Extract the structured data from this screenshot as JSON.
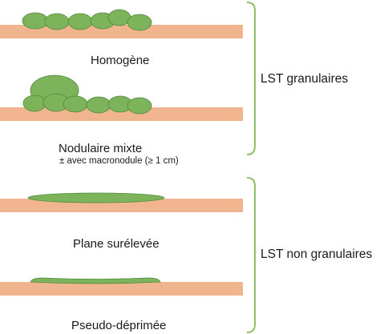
{
  "colors": {
    "mucosa": "#F0B58F",
    "lesion": "#7DB35B",
    "lesion_stroke": "#4E8A3A",
    "bracket": "#8DC26A",
    "text": "#1a1a1a"
  },
  "types": [
    {
      "label": "Homogène",
      "note": ""
    },
    {
      "label": "Nodulaire mixte",
      "note": "± avec macronodule (≥ 1 cm)"
    },
    {
      "label": "Plane surélevée",
      "note": ""
    },
    {
      "label": "Pseudo-déprimée",
      "note": ""
    }
  ],
  "groups": [
    {
      "label": "LST granulaires"
    },
    {
      "label": "LST non granulaires"
    }
  ]
}
